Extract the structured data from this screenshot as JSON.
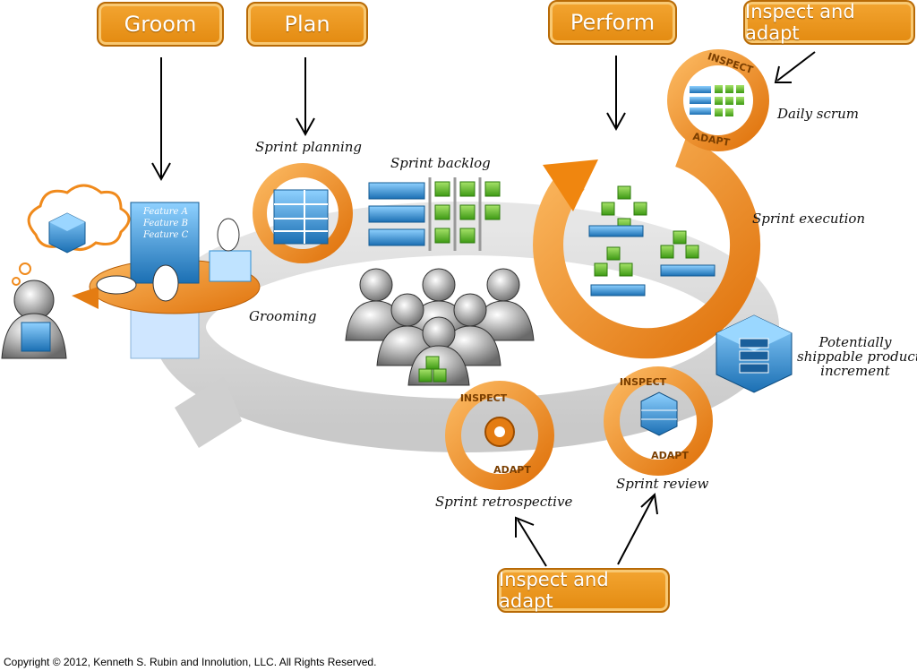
{
  "phases": {
    "groom": "Groom",
    "plan": "Plan",
    "perform": "Perform",
    "inspect_top": "Inspect and adapt",
    "inspect_bottom": "Inspect and adapt"
  },
  "labels": {
    "sprint_planning": "Sprint planning",
    "sprint_backlog": "Sprint backlog",
    "daily_scrum": "Daily scrum",
    "sprint_execution": "Sprint execution",
    "grooming": "Grooming",
    "potentially_line1": "Potentially",
    "potentially_line2": "shippable product",
    "potentially_line3": "increment",
    "sprint_review": "Sprint review",
    "sprint_retrospective": "Sprint retrospective"
  },
  "backlog_items": [
    "Feature A",
    "Feature B",
    "Feature C"
  ],
  "ring_text": {
    "inspect": "INSPECT",
    "adapt": "ADAPT"
  },
  "copyright": "Copyright © 2012, Kenneth S. Rubin and Innolution, LLC. All Rights Reserved.",
  "colors": {
    "orange": "#f08a1c",
    "orange_dark": "#c9650a",
    "blue": "#2f8fd4",
    "green": "#6cc230",
    "gray_path": "#d9d9d9"
  }
}
